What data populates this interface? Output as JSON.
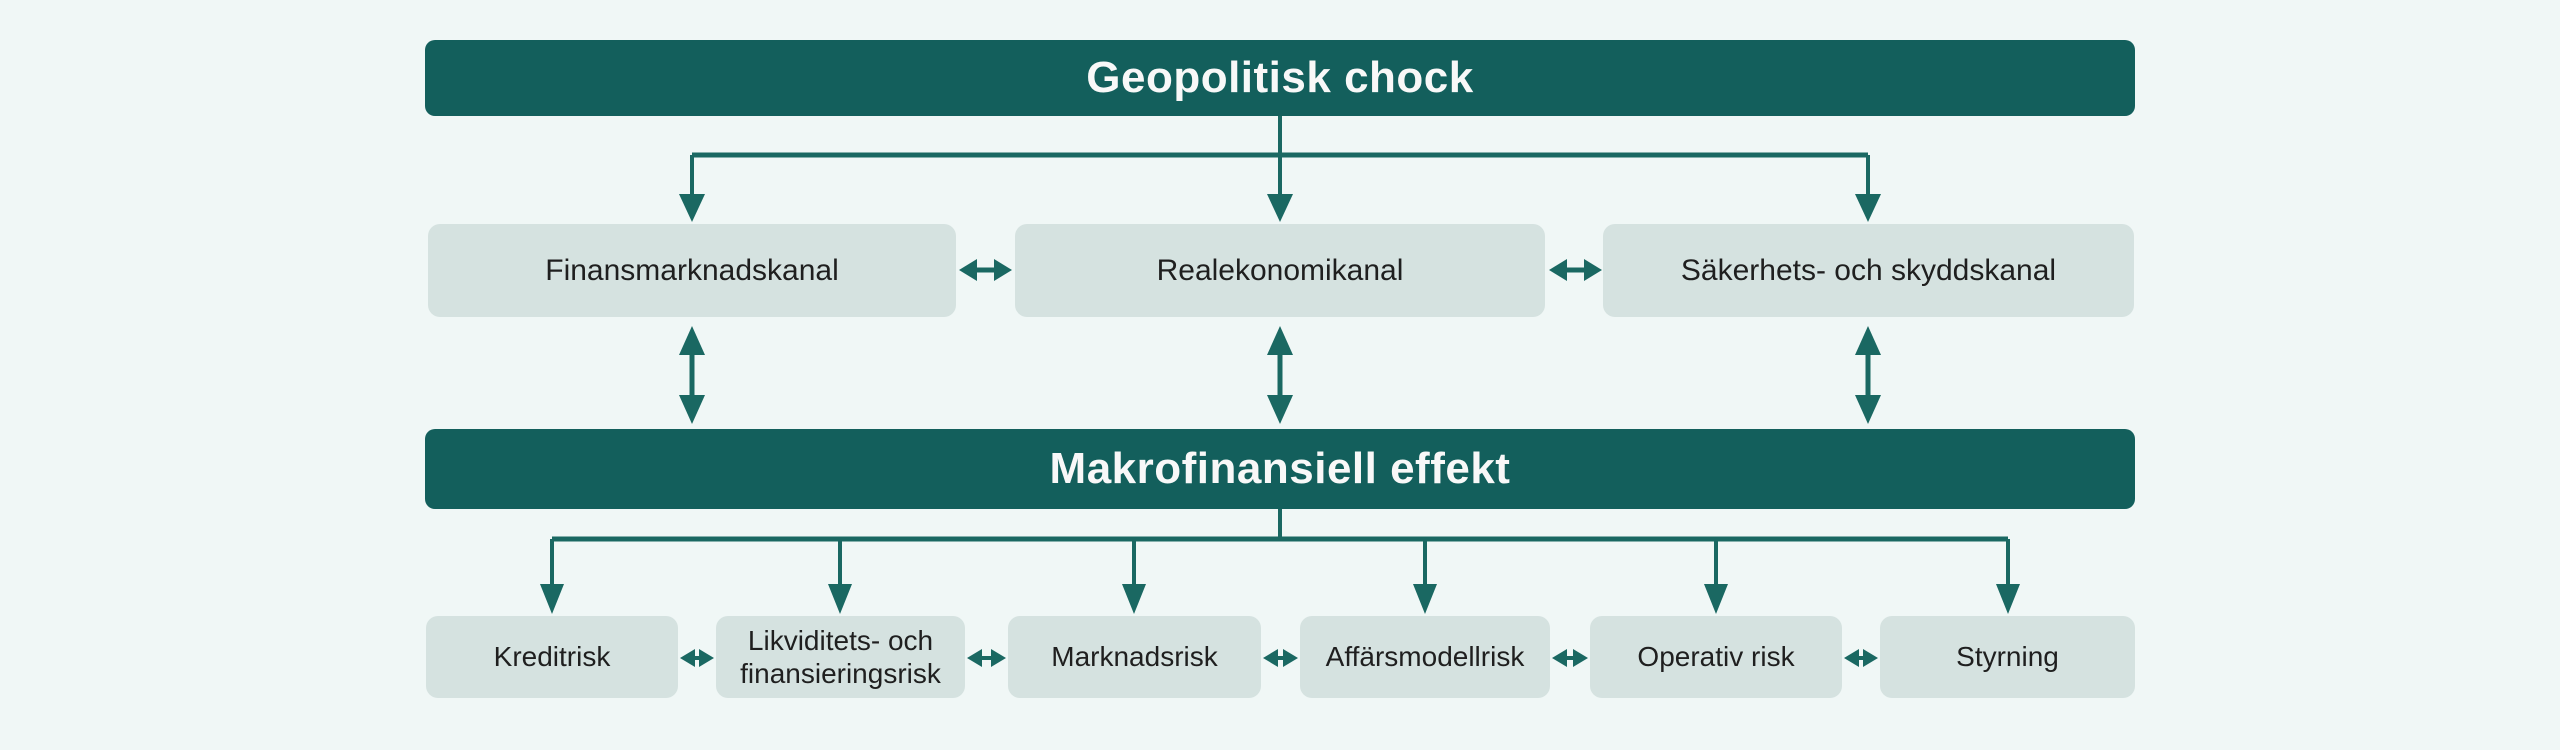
{
  "colors": {
    "background": "#f0f7f6",
    "banner": "#135f5c",
    "banner_text": "#f8f8f8",
    "box": "#d5e2e0",
    "box_text": "#1f1f1f",
    "line": "#1a6862"
  },
  "diagram": {
    "shock_banner": {
      "label": "Geopolitisk chock"
    },
    "effect_banner": {
      "label": "Makrofinansiell effekt"
    },
    "channels": [
      {
        "label": "Finansmarknadskanal"
      },
      {
        "label": "Realekonomikanal"
      },
      {
        "label": "Säkerhets- och skyddskanal"
      }
    ],
    "risks": [
      {
        "label": "Kreditrisk"
      },
      {
        "label": "Likviditets- och finansieringsrisk"
      },
      {
        "label": "Marknadsrisk"
      },
      {
        "label": "Affärsmodellrisk"
      },
      {
        "label": "Operativ risk"
      },
      {
        "label": "Styrning"
      }
    ]
  }
}
